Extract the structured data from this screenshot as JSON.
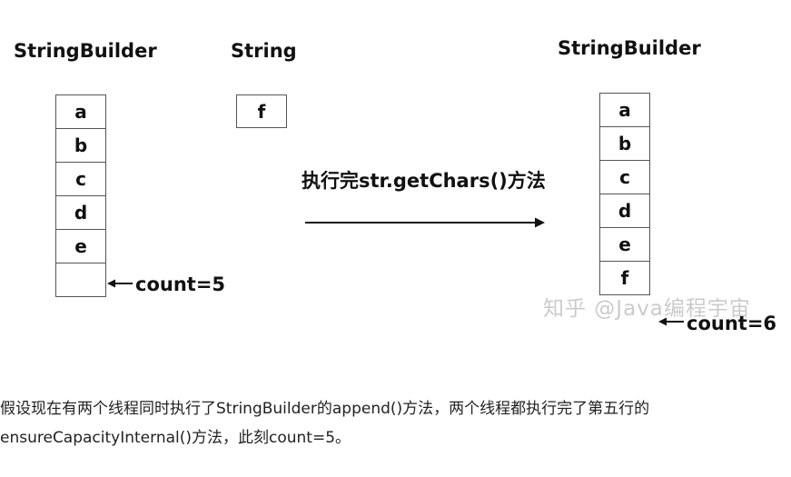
{
  "left_stack": {
    "title": "StringBuilder",
    "cells": [
      "a",
      "b",
      "c",
      "d",
      "e",
      ""
    ],
    "count_label": "count=5"
  },
  "middle": {
    "title": "String",
    "cell": "f"
  },
  "action_label": "执行完str.getChars()方法",
  "right_stack": {
    "title": "StringBuilder",
    "cells": [
      "a",
      "b",
      "c",
      "d",
      "e",
      "f"
    ],
    "count_label": "count=6"
  },
  "watermark": "知乎 @Java编程宇宙",
  "caption": {
    "line1": "假设现在有两个线程同时执行了StringBuilder的append()方法，两个线程都执行完了第五行的",
    "line2": "ensureCapacityInternal()方法，此刻count=5。"
  }
}
